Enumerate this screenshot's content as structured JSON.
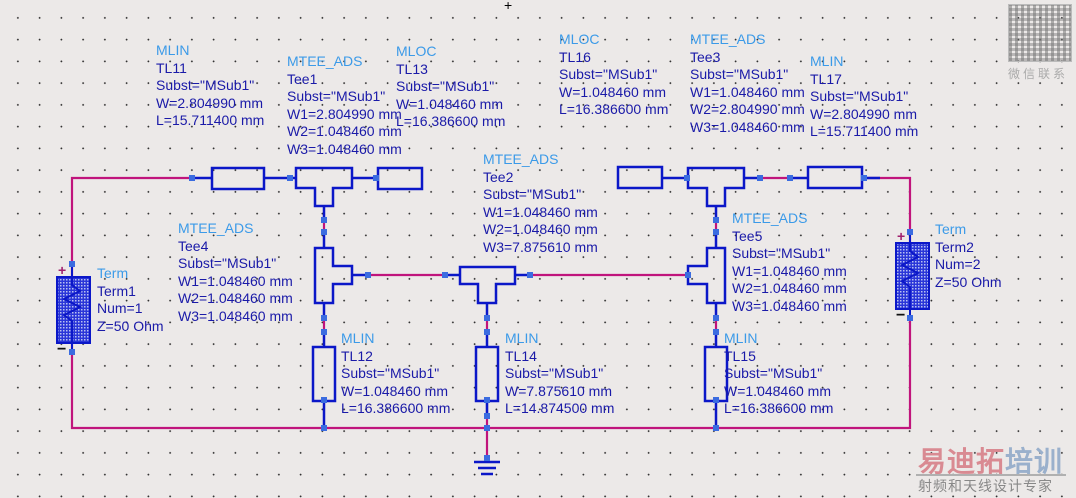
{
  "app": {
    "view": "ADS schematic"
  },
  "colors": {
    "wire": "#c0147c",
    "component": "#0b17c8",
    "pin": "#3b6ce0",
    "type_label": "#3b9ae8",
    "text": "#1a1aa8",
    "background": "#ece9e8"
  },
  "components": {
    "tl11": {
      "type": "MLIN",
      "name": "TL11",
      "subst": "Subst=\"MSub1\"",
      "p1": "W=2.804990 mm",
      "p2": "L=15.711400 mm"
    },
    "tee1": {
      "type": "MTEE_ADS",
      "name": "Tee1",
      "subst": "Subst=\"MSub1\"",
      "p1": "W1=2.804990 mm",
      "p2": "W2=1.048460 mm",
      "p3": "W3=1.048460 mm"
    },
    "tl13": {
      "type": "MLOC",
      "name": "TL13",
      "subst": "Subst=\"MSub1\"",
      "p1": "W=1.048460 mm",
      "p2": "L=16.386600 mm"
    },
    "tl16": {
      "type": "MLOC",
      "name": "TL16",
      "subst": "Subst=\"MSub1\"",
      "p1": "W=1.048460 mm",
      "p2": "L=16.386600 mm"
    },
    "tee3": {
      "type": "MTEE_ADS",
      "name": "Tee3",
      "subst": "Subst=\"MSub1\"",
      "p1": "W1=1.048460 mm",
      "p2": "W2=2.804990 mm",
      "p3": "W3=1.048460 mm"
    },
    "tl17": {
      "type": "MLIN",
      "name": "TL17",
      "subst": "Subst=\"MSub1\"",
      "p1": "W=2.804990 mm",
      "p2": "L=15.711400 mm"
    },
    "tee2": {
      "type": "MTEE_ADS",
      "name": "Tee2",
      "subst": "Subst=\"MSub1\"",
      "p1": "W1=1.048460 mm",
      "p2": "W2=1.048460 mm",
      "p3": "W3=7.875610 mm"
    },
    "tee4": {
      "type": "MTEE_ADS",
      "name": "Tee4",
      "subst": "Subst=\"MSub1\"",
      "p1": "W1=1.048460 mm",
      "p2": "W2=1.048460 mm",
      "p3": "W3=1.048460 mm"
    },
    "tee5": {
      "type": "MTEE_ADS",
      "name": "Tee5",
      "subst": "Subst=\"MSub1\"",
      "p1": "W1=1.048460 mm",
      "p2": "W2=1.048460 mm",
      "p3": "W3=1.048460 mm"
    },
    "term1": {
      "type": "Term",
      "name": "Term1",
      "p1": "Num=1",
      "p2": "Z=50 Ohm"
    },
    "term2": {
      "type": "Term",
      "name": "Term2",
      "p1": "Num=2",
      "p2": "Z=50 Ohm"
    },
    "tl12": {
      "type": "MLIN",
      "name": "TL12",
      "subst": "Subst=\"MSub1\"",
      "p1": "W=1.048460 mm",
      "p2": "L=16.386600 mm"
    },
    "tl14": {
      "type": "MLIN",
      "name": "TL14",
      "subst": "Subst=\"MSub1\"",
      "p1": "W=7.875610 mm",
      "p2": "L=14.874500 mm"
    },
    "tl15": {
      "type": "MLIN",
      "name": "TL15",
      "subst": "Subst=\"MSub1\"",
      "p1": "W=1.048460 mm",
      "p2": "L=16.386600 mm"
    }
  },
  "term_symbols": {
    "plus": "+",
    "minus": "−"
  },
  "watermark": {
    "qr_caption": "微信联系",
    "brand_a": "易迪拓",
    "brand_b": "培训",
    "tagline": "射频和天线设计专家"
  },
  "cursor": "+"
}
